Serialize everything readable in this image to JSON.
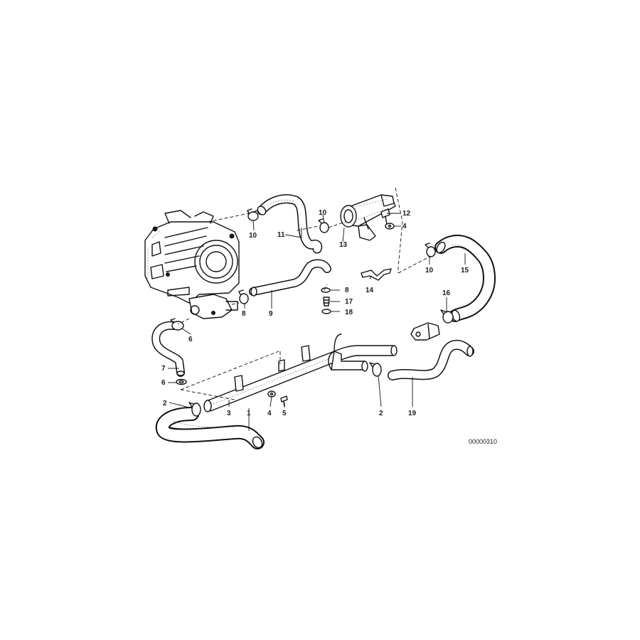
{
  "diagram": {
    "doc_id": "00000310",
    "callouts": [
      "1",
      "2",
      "3",
      "4",
      "5",
      "6",
      "7",
      "8",
      "9",
      "10",
      "11",
      "12",
      "13",
      "14",
      "15",
      "16",
      "17",
      "18",
      "19"
    ]
  }
}
